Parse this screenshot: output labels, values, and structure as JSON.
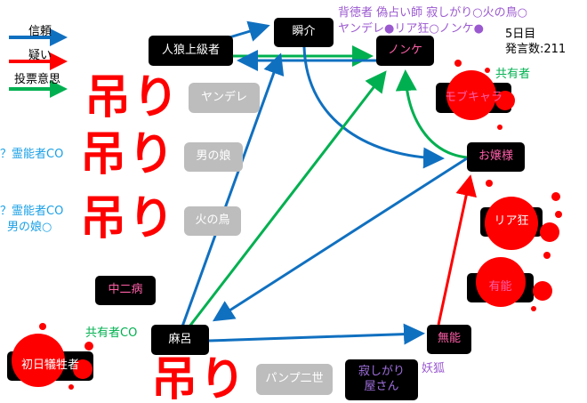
{
  "legend": {
    "trust": "信頼",
    "doubt": "疑い",
    "vote": "投票意思"
  },
  "roles_remaining": {
    "line1": "背徳者 偽占い師 寂しがり○火の鳥○",
    "line2": "ヤンデレ●リア狂○ノンケ●"
  },
  "day": "5日目",
  "post_count": "発言数:211",
  "hang_label": "吊り",
  "nodes": {
    "werewolf_advanced": "人狼上級者",
    "shunsuke": "瞬介",
    "nonke": "ノンケ",
    "mob_chara": "モブキャラ",
    "ojousama": "お嬢様",
    "ria_kyou": "リア狂",
    "yuunou": "有能",
    "munou": "無能",
    "maro": "麻呂",
    "sabishigari": "寂しがり屋さん",
    "chuunibyou": "中二病",
    "first_victim": "初日犠牲者",
    "yandere": "ヤンデレ",
    "otokonoko": "男の娘",
    "hinotori": "火の鳥",
    "second": "パンプ二世"
  },
  "annotations": {
    "mob_co": "共有者",
    "maro_co": "共有者CO",
    "medium_co_1": "？霊能者CO",
    "medium_co_2": "？霊能者CO",
    "medium_result": "男の娘○",
    "fox": "妖狐"
  },
  "colors": {
    "trust": "#1070c0",
    "doubt": "#ff0000",
    "vote": "#00b050",
    "role_text": "#9b59d0",
    "co_blue": "#1aa0e6"
  }
}
